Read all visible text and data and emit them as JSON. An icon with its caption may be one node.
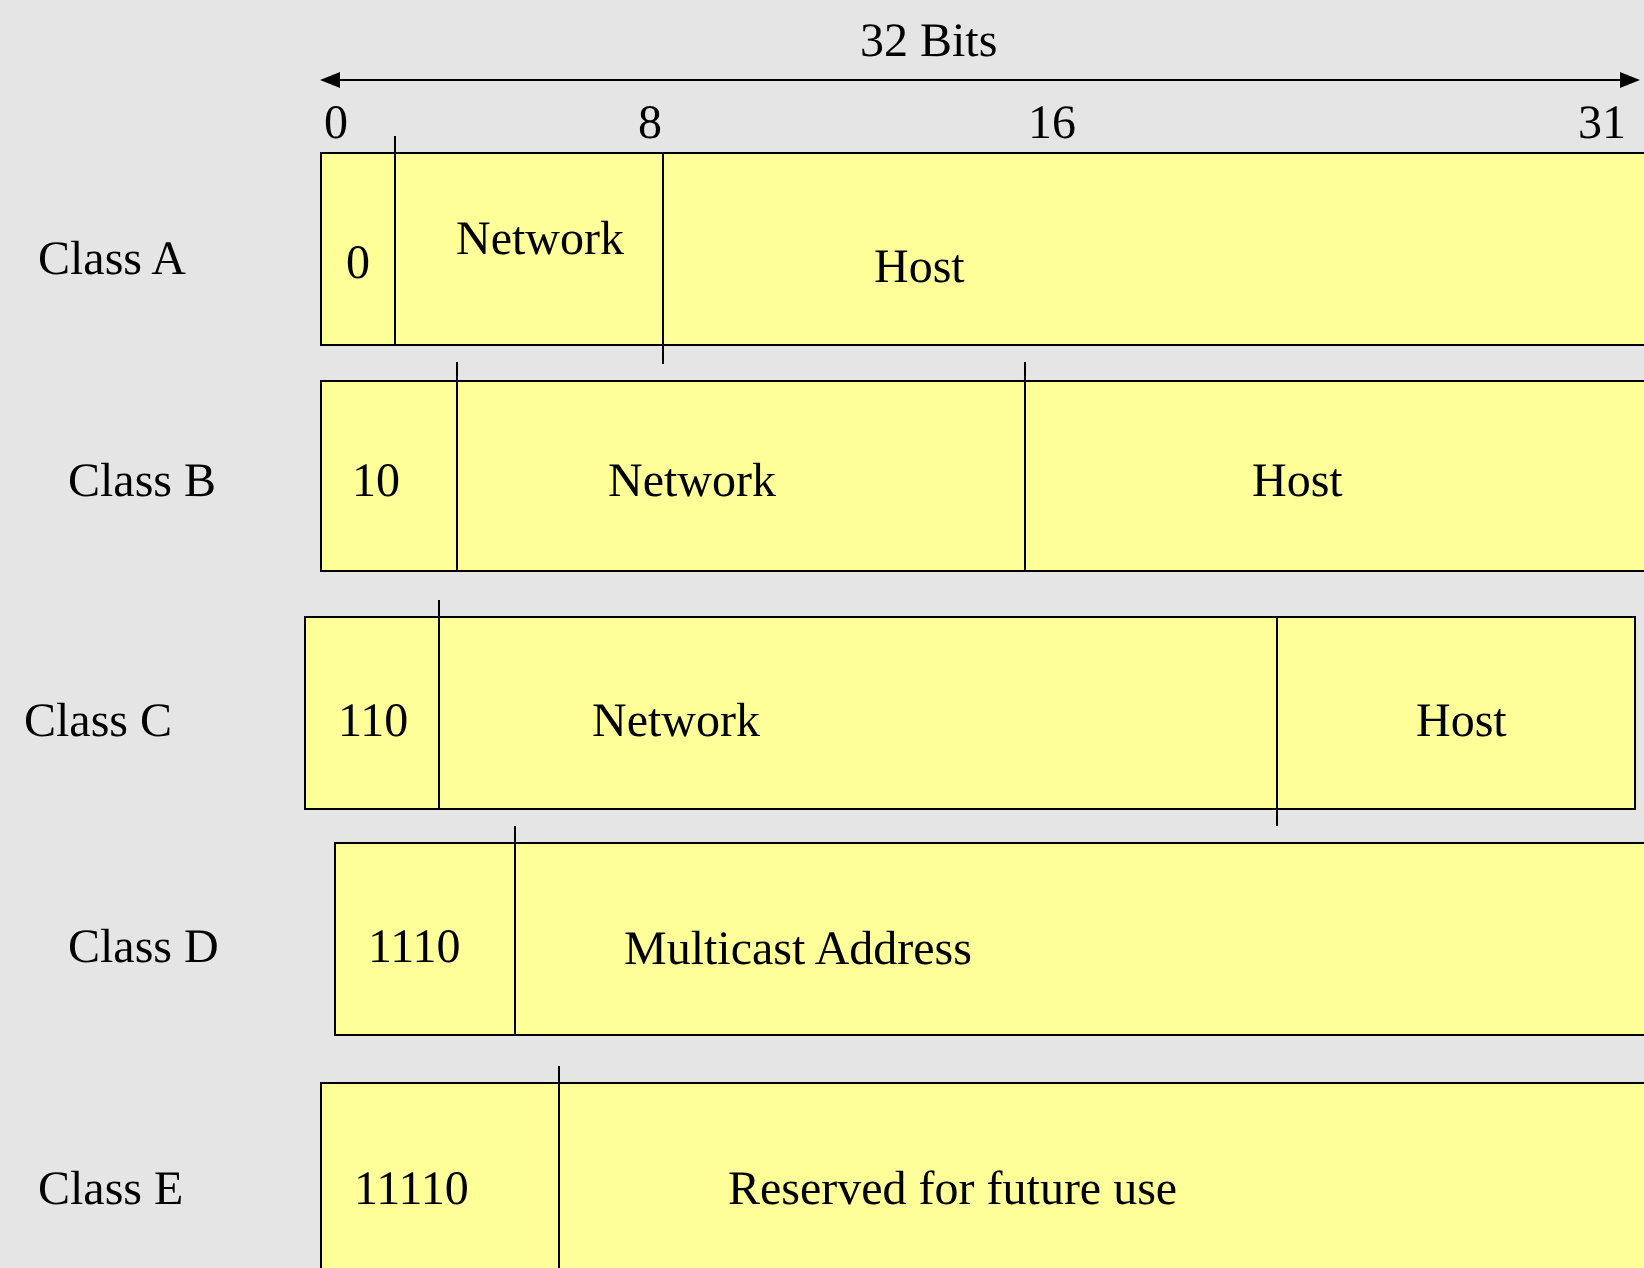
{
  "diagram": {
    "nodes": [
      {
        "text": [
          "Class A"
        ]
      },
      {
        "text": [
          "0"
        ],
        "in": 0
      },
      {
        "text": [
          "Network"
        ],
        "in": 0
      },
      {
        "text": [
          "Host"
        ],
        "in": 0
      },
      {
        "text": [
          "Class B"
        ]
      },
      {
        "text": [
          "10"
        ],
        "in": 4
      },
      {
        "text": [
          "Network"
        ],
        "in": 4
      },
      {
        "text": [
          "Host"
        ],
        "in": 4
      },
      {
        "text": [
          "Class C"
        ]
      },
      {
        "text": [
          "110"
        ],
        "in": 8
      },
      {
        "text": [
          "Network"
        ],
        "in": 8
      },
      {
        "text": [
          "Host"
        ],
        "in": 8
      },
      {
        "text": [
          "Class D"
        ]
      },
      {
        "text": [
          "1110"
        ],
        "in": 12
      },
      {
        "text": [
          "Multicast Address"
        ],
        "in": 12
      },
      {
        "text": [
          "Class E"
        ]
      },
      {
        "text": [
          "11110"
        ],
        "in": 15
      },
      {
        "text": [
          "Reserved for future use"
        ],
        "in": 15
      }
    ],
    "edges": [],
    "labels": [
      "32 Bits",
      "0",
      "8",
      "16",
      "31"
    ]
  }
}
